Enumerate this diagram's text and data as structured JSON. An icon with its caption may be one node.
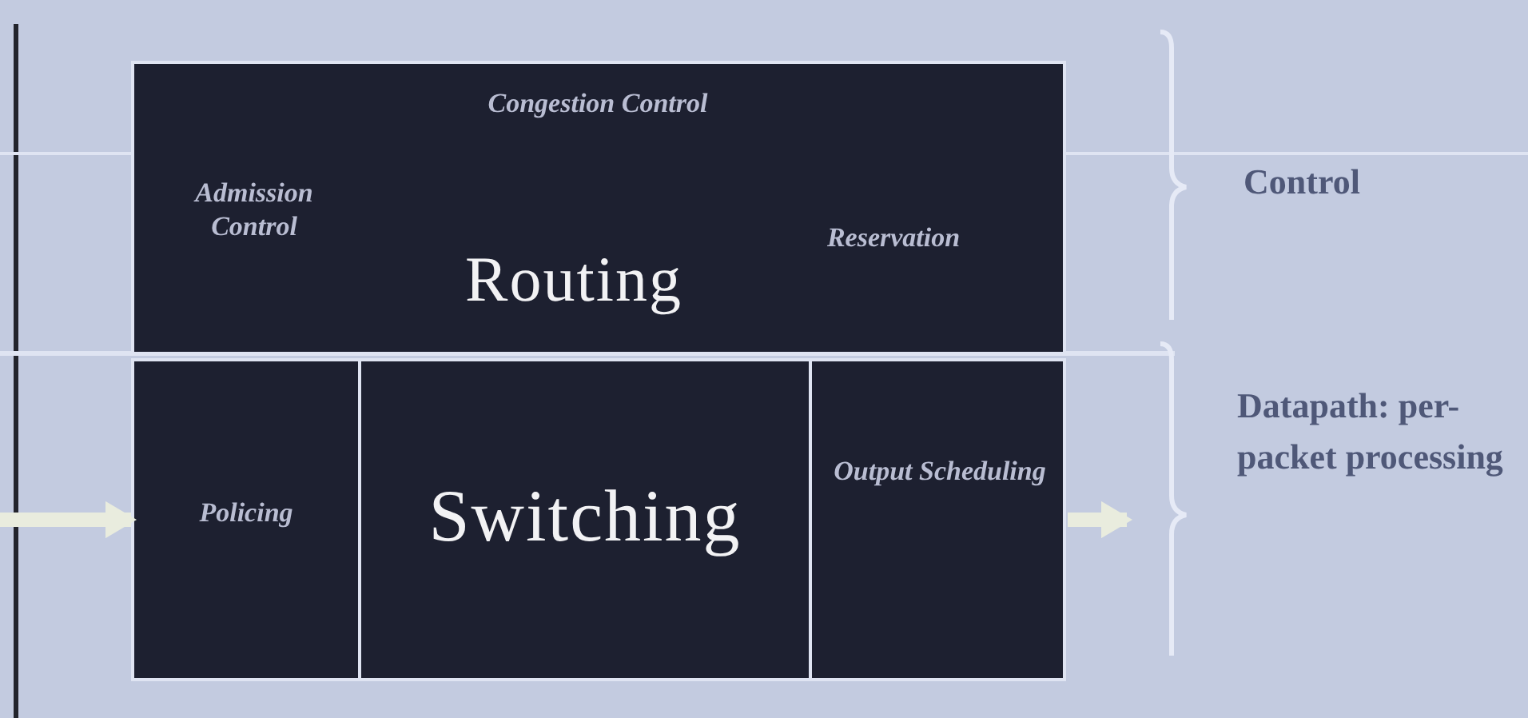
{
  "diagram": {
    "nodes": [
      {
        "text": [
          "Congestion Control",
          "Admission Control",
          "Routing",
          "Reservation"
        ]
      },
      {
        "text": [
          "Policing"
        ]
      },
      {
        "text": [
          "Switching"
        ]
      },
      {
        "text": [
          "Output Scheduling"
        ]
      }
    ],
    "edges": [
      {
        "from": null,
        "to": 1,
        "arrow": "to"
      },
      {
        "from": 3,
        "to": null,
        "arrow": "to"
      }
    ],
    "labels": [
      "Control",
      "Datapath: per-packet processing"
    ]
  }
}
